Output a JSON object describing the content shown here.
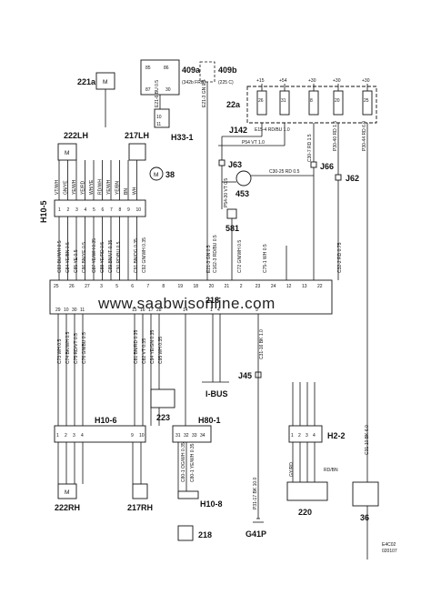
{
  "components": {
    "c221a": "221a",
    "c222LH": "222LH",
    "c217LH": "217LH",
    "c38": "38",
    "c409a": "409a",
    "c409a_sub": "(342b FRS)",
    "c409b": "409b",
    "c409b_sub": "(225 C)",
    "c22a": "22a",
    "c453": "453",
    "c581": "581",
    "c218_ecu": "218",
    "c223": "223",
    "c222RH": "222RH",
    "c217RH": "217RH",
    "c218": "218",
    "c220": "220",
    "c36": "36",
    "ibus": "I-BUS",
    "g41p": "G41P"
  },
  "connectors": {
    "h10_5": "H10-5",
    "h10_6": "H10-6",
    "h10_8": "H10-8",
    "h33_1": "H33-1",
    "h80_1": "H80-1",
    "h2_2": "H2-2",
    "j142": "J142",
    "j63": "J63",
    "j66": "J66",
    "j62": "J62",
    "j45": "J45"
  },
  "fuses": [
    {
      "supply": "+15",
      "num": "26"
    },
    {
      "supply": "+54",
      "num": "31"
    },
    {
      "supply": "+30",
      "num": "8"
    },
    {
      "supply": "+30",
      "num": "20"
    },
    {
      "supply": "+30",
      "num": "25"
    }
  ],
  "ecu_top_pins": [
    "25",
    "26",
    "27",
    "3",
    "5",
    "6",
    "7",
    "8",
    "19",
    "18",
    "20",
    "21",
    "2",
    "23",
    "24",
    "12",
    "13",
    "22"
  ],
  "ecu_bottom_pins": [
    "29",
    "10",
    "30",
    "11",
    "15",
    "16",
    "17",
    "28",
    "14",
    "1",
    "4",
    "9"
  ],
  "wires_top": [
    "C83 BU/WH 0.5",
    "C84 YE/BN 0.5",
    "C85 YE 0.5",
    "C86 BN/YE 0.5",
    "C87 YE/WH 0.35",
    "C88 YE/RD 0.5",
    "C89 BN/VT 0.35",
    "C90 RD/BU 0.5",
    "C91 BN/OG 0.35",
    "C92 GN/WH 0.35",
    "E21-3 GN 0.5",
    "C162-3 RD/BU 0.5",
    "C72 GN/WH 0.5",
    "C75-1 WH 0.5",
    "C32-2 RD 0.75"
  ],
  "wires_bottom": [
    "C73 WH 0.5",
    "C74 BK/WH 0.5",
    "C75 RD/VT 0.5",
    "C76 GN/BU 0.5",
    "C81 BN/RD 0.35",
    "C82 VT 0.35",
    "C94 YE/GN 0.35",
    "C95 WH 0.35",
    "C80-1 OG/WH 0.35",
    "C80-1 YE/WH 0.35",
    "C31-16 BK 1.0",
    "C31-10 BK 6.0",
    "P31-17 BK 10.0"
  ],
  "misc_wires": [
    "E15-4 RD/BU 1.0",
    "P54 VT 1.0",
    "C30-25 RD 0.5",
    "C30-7 RD 1.5",
    "P30-40 RD 1.5",
    "P30-44 RD 6.0",
    "P54-30 VT 0.5",
    "E21-6 BU 0.5",
    "E21-3 GN 0.5",
    "RD/BN",
    "GY/RD"
  ],
  "pin_labels_h10_5": [
    "1",
    "2",
    "3",
    "4",
    "5",
    "6",
    "7",
    "8",
    "9",
    "10"
  ],
  "pin_labels_h10_6": [
    "1",
    "2",
    "3",
    "4",
    "9",
    "10"
  ],
  "pin_labels_h80_1": [
    "31",
    "32",
    "33",
    "34"
  ],
  "pin_labels_h2_2": [
    "1",
    "2",
    "3",
    "4"
  ],
  "relay_pins": [
    "85",
    "86",
    "87",
    "30",
    "10",
    "11"
  ],
  "top_labels_222": [
    "VT/WH",
    "GN/YE",
    "YE/WH",
    "YE/RD",
    "WH/YE",
    "RD/WH",
    "YE/WH",
    "YE/BN",
    "BN",
    "WH"
  ],
  "watermark": "www.saabwisonline.com",
  "footer_code": "E4C02",
  "footer_date": "020107"
}
